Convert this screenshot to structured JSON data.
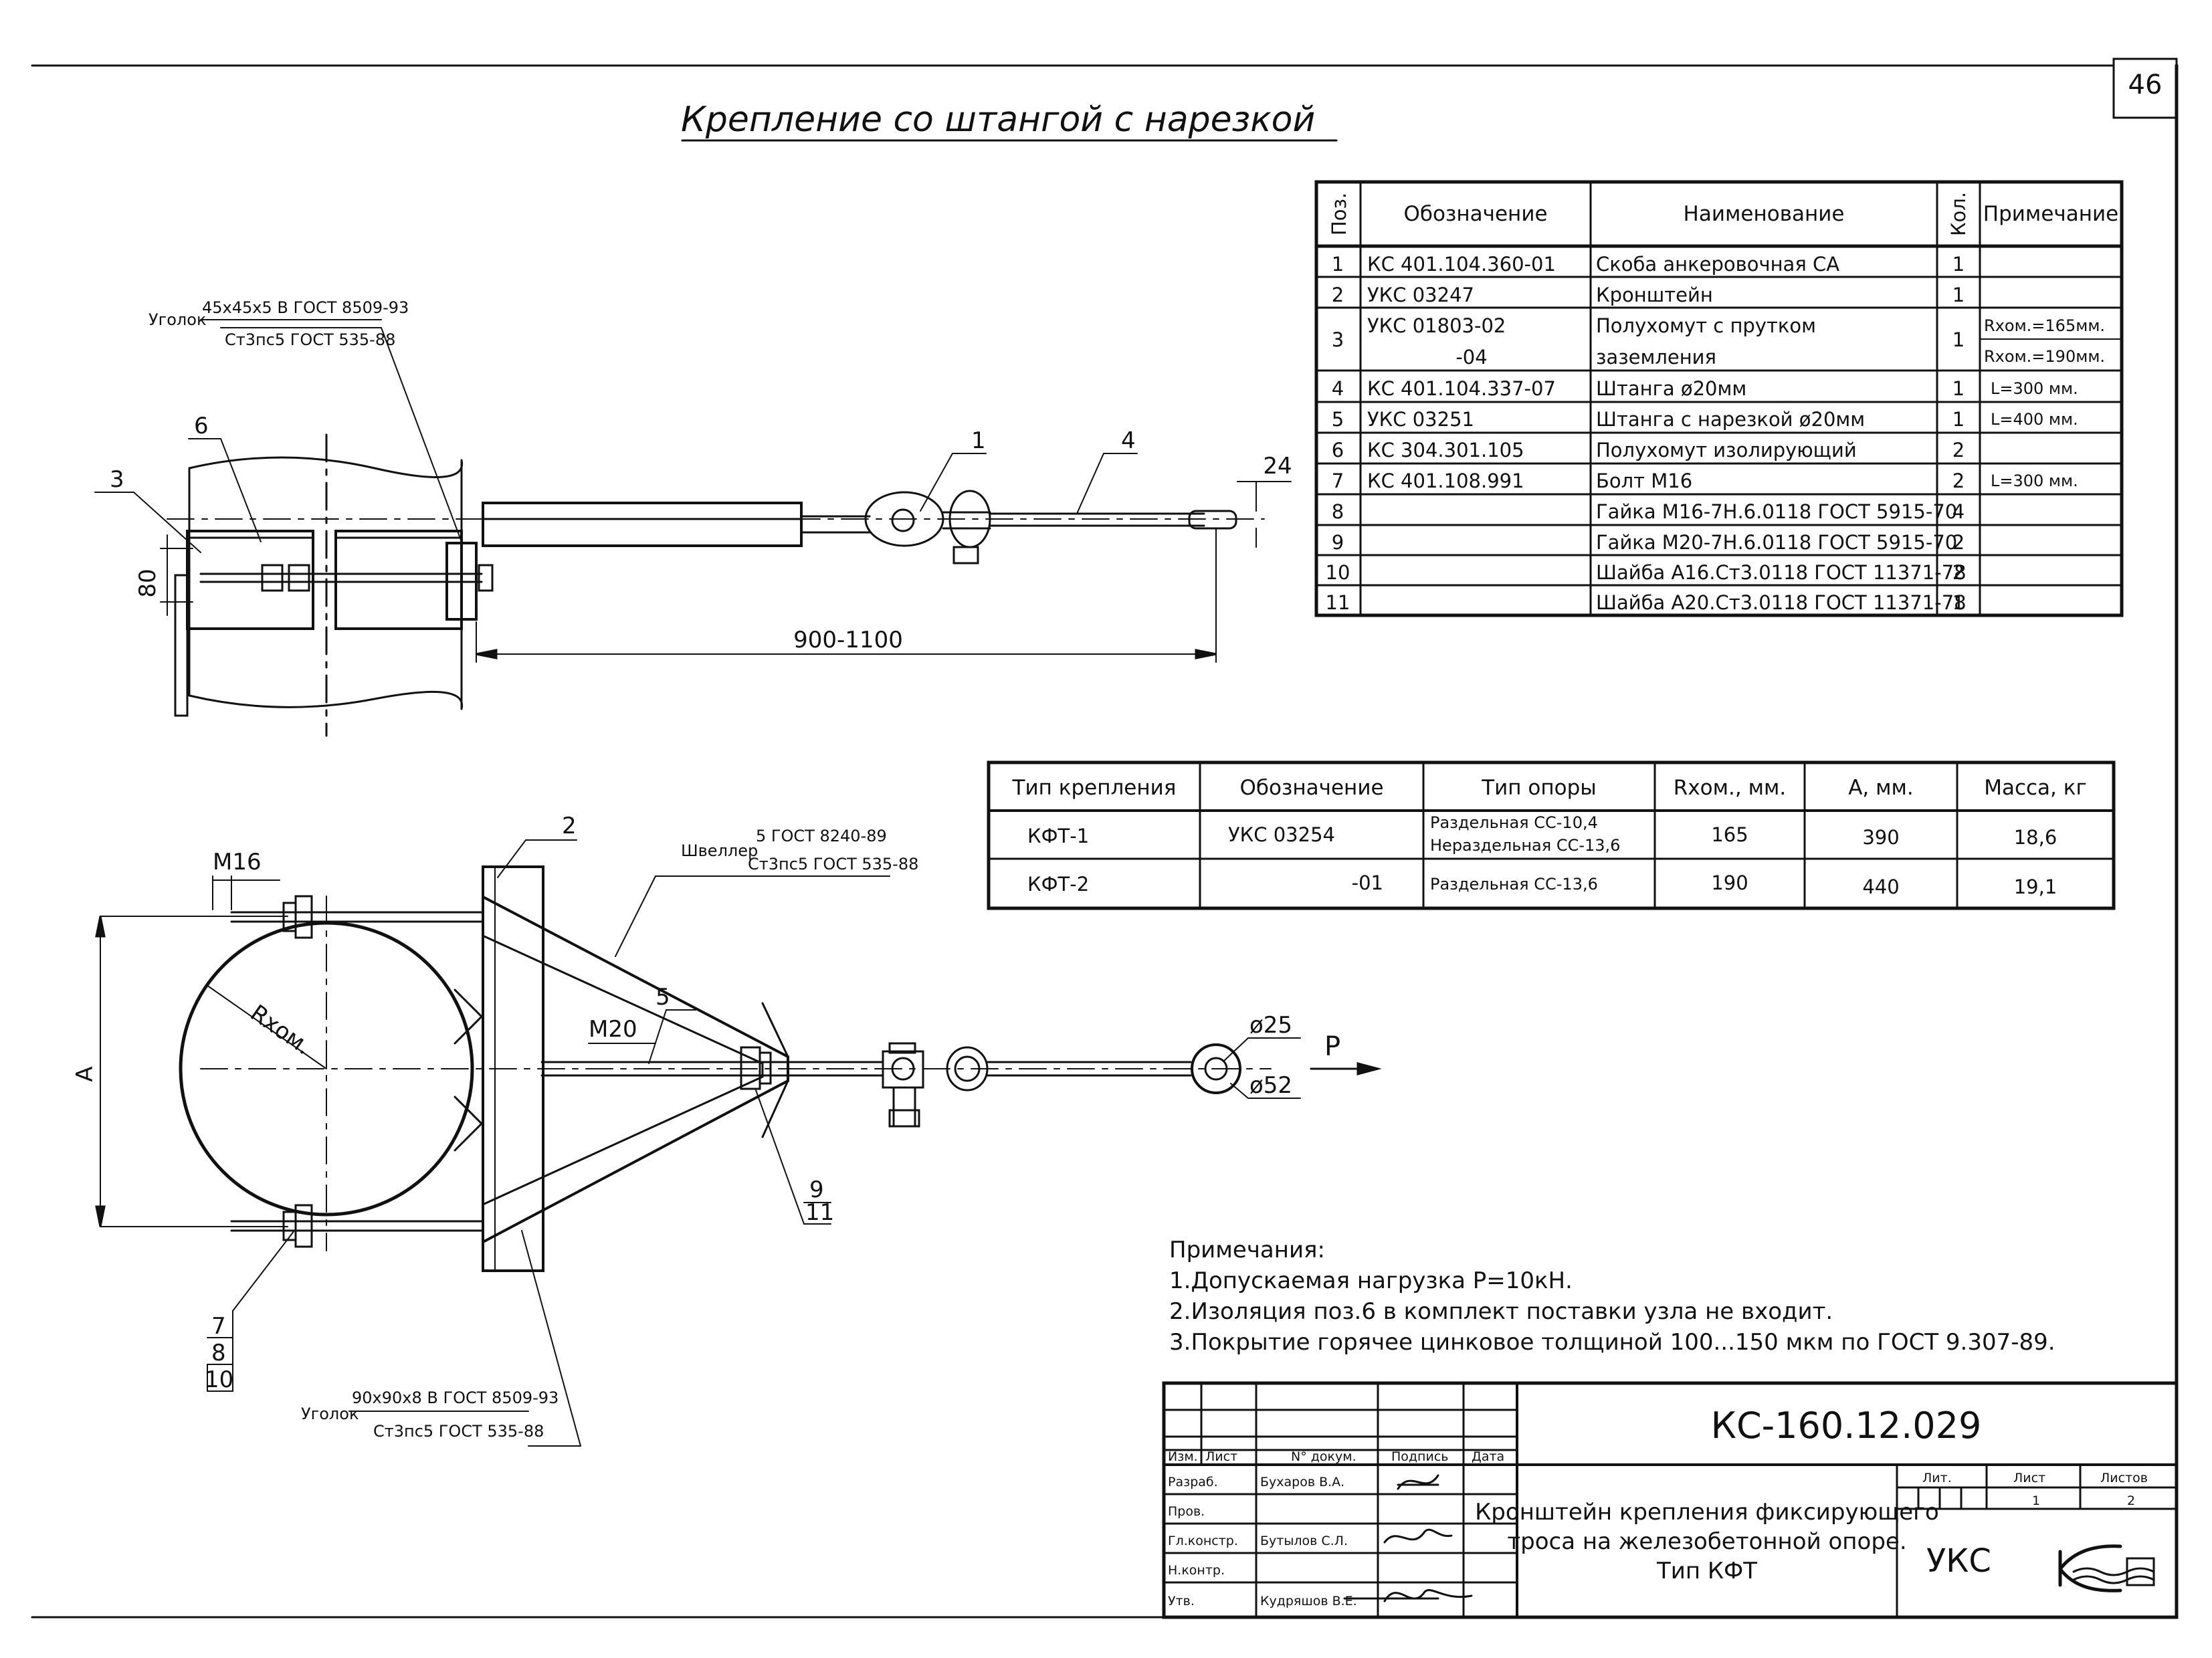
{
  "drawing_title": "Крепление со штангой с нарезкой",
  "sheet_corner_number": "46",
  "spec_table": {
    "headers": {
      "pos": "Поз.",
      "designation": "Обозначение",
      "name": "Наименование",
      "qty": "Кол.",
      "note": "Примечание"
    },
    "rows": [
      {
        "pos": "1",
        "designation": "КС 401.104.360-01",
        "name": "Скоба анкеровочная СА",
        "qty": "1",
        "note": ""
      },
      {
        "pos": "2",
        "designation": "УКС 03247",
        "name": "Кронштейн",
        "qty": "1",
        "note": ""
      },
      {
        "pos": "3",
        "designation": "УКС 01803-02",
        "designation2": "-04",
        "name": "Полухомут с прутком",
        "name2": "заземления",
        "qty": "1",
        "note": "Rхом.=165мм.",
        "note2": "Rхом.=190мм."
      },
      {
        "pos": "4",
        "designation": "КС 401.104.337-07",
        "name": "Штанга ø20мм",
        "qty": "1",
        "note": "L=300 мм."
      },
      {
        "pos": "5",
        "designation": "УКС 03251",
        "name": "Штанга с нарезкой ø20мм",
        "qty": "1",
        "note": "L=400 мм."
      },
      {
        "pos": "6",
        "designation": "КС 304.301.105",
        "name": "Полухомут изолирующий",
        "qty": "2",
        "note": ""
      },
      {
        "pos": "7",
        "designation": "КС 401.108.991",
        "name": "Болт М16",
        "qty": "2",
        "note": "L=300 мм."
      },
      {
        "pos": "8",
        "designation": "",
        "name": "Гайка М16-7Н.6.0118 ГОСТ 5915-70",
        "qty": "4",
        "note": ""
      },
      {
        "pos": "9",
        "designation": "",
        "name": "Гайка М20-7Н.6.0118 ГОСТ 5915-70",
        "qty": "2",
        "note": ""
      },
      {
        "pos": "10",
        "designation": "",
        "name": "Шайба А16.Ст3.0118 ГОСТ 11371-78",
        "qty": "2",
        "note": ""
      },
      {
        "pos": "11",
        "designation": "",
        "name": "Шайба А20.Ст3.0118 ГОСТ 11371-78",
        "qty": "1",
        "note": ""
      }
    ]
  },
  "type_table": {
    "headers": [
      "Тип крепления",
      "Обозначение",
      "Тип опоры",
      "Rхом., мм.",
      "А, мм.",
      "Масса, кг"
    ],
    "rows": [
      {
        "type": "КФТ-1",
        "designation": "УКС 03254",
        "support": "Раздельная СС-10,4",
        "support2": "Нераздельная СС-13,6",
        "r": "165",
        "a": "390",
        "mass": "18,6"
      },
      {
        "type": "КФТ-2",
        "designation": "-01",
        "support": "Раздельная СС-13,6",
        "support2": "",
        "r": "190",
        "a": "440",
        "mass": "19,1"
      }
    ]
  },
  "notes": {
    "heading": "Примечания:",
    "items": [
      "1.Допускаемая нагрузка Р=10кН.",
      "2.Изоляция поз.6 в комплект поставки узла не входит.",
      "3.Покрытие горячее цинковое толщиной 100...150 мкм по ГОСТ 9.307-89."
    ]
  },
  "top_view": {
    "angle_label": "Уголок",
    "angle_spec_top": "45х45х5 В ГОСТ 8509-93",
    "angle_spec_bottom": "Ст3пс5 ГОСТ 535-88",
    "dim_80": "80",
    "dim_24": "24",
    "dim_len": "900-1100",
    "callouts": [
      "3",
      "6",
      "1",
      "4"
    ]
  },
  "bottom_view": {
    "m16": "М16",
    "m20": "М20",
    "channel_label": "Швеллер",
    "channel_spec_top": "5 ГОСТ 8240-89",
    "channel_spec_bottom": "Ст3пс5 ГОСТ 535-88",
    "angle_label": "Уголок",
    "angle_spec_top": "90х90х8 В ГОСТ 8509-93",
    "angle_spec_bottom": "Ст3пс5 ГОСТ 535-88",
    "radius_label": "Rхом.",
    "dim_a": "А",
    "d25": "ø25",
    "d52": "ø52",
    "force": "Р",
    "callout_2": "2",
    "callout_5": "5",
    "callout_9": "9",
    "callout_11": "11",
    "callout_7": "7",
    "callout_8": "8",
    "callout_10": "10"
  },
  "title_block": {
    "code": "КС-160.12.029",
    "description_lines": [
      "Кронштейн крепления фиксирующего",
      "троса на железобетонной опоре.",
      "Тип КФТ"
    ],
    "col_headers": [
      "Изм.",
      "Лист",
      "N° докум.",
      "Подпись",
      "Дата"
    ],
    "roles": [
      {
        "role": "Разраб.",
        "name": "Бухаров В.А."
      },
      {
        "role": "Пров.",
        "name": ""
      },
      {
        "role": "Гл.констр.",
        "name": "Бутылов С.Л."
      },
      {
        "role": "Н.контр.",
        "name": ""
      },
      {
        "role": "Утв.",
        "name": "Кудряшов В.Е."
      }
    ],
    "lit_label": "Лит.",
    "sheet_label": "Лист",
    "sheets_label": "Листов",
    "sheet_value": "1",
    "sheets_value": "2",
    "org": "УКС"
  }
}
